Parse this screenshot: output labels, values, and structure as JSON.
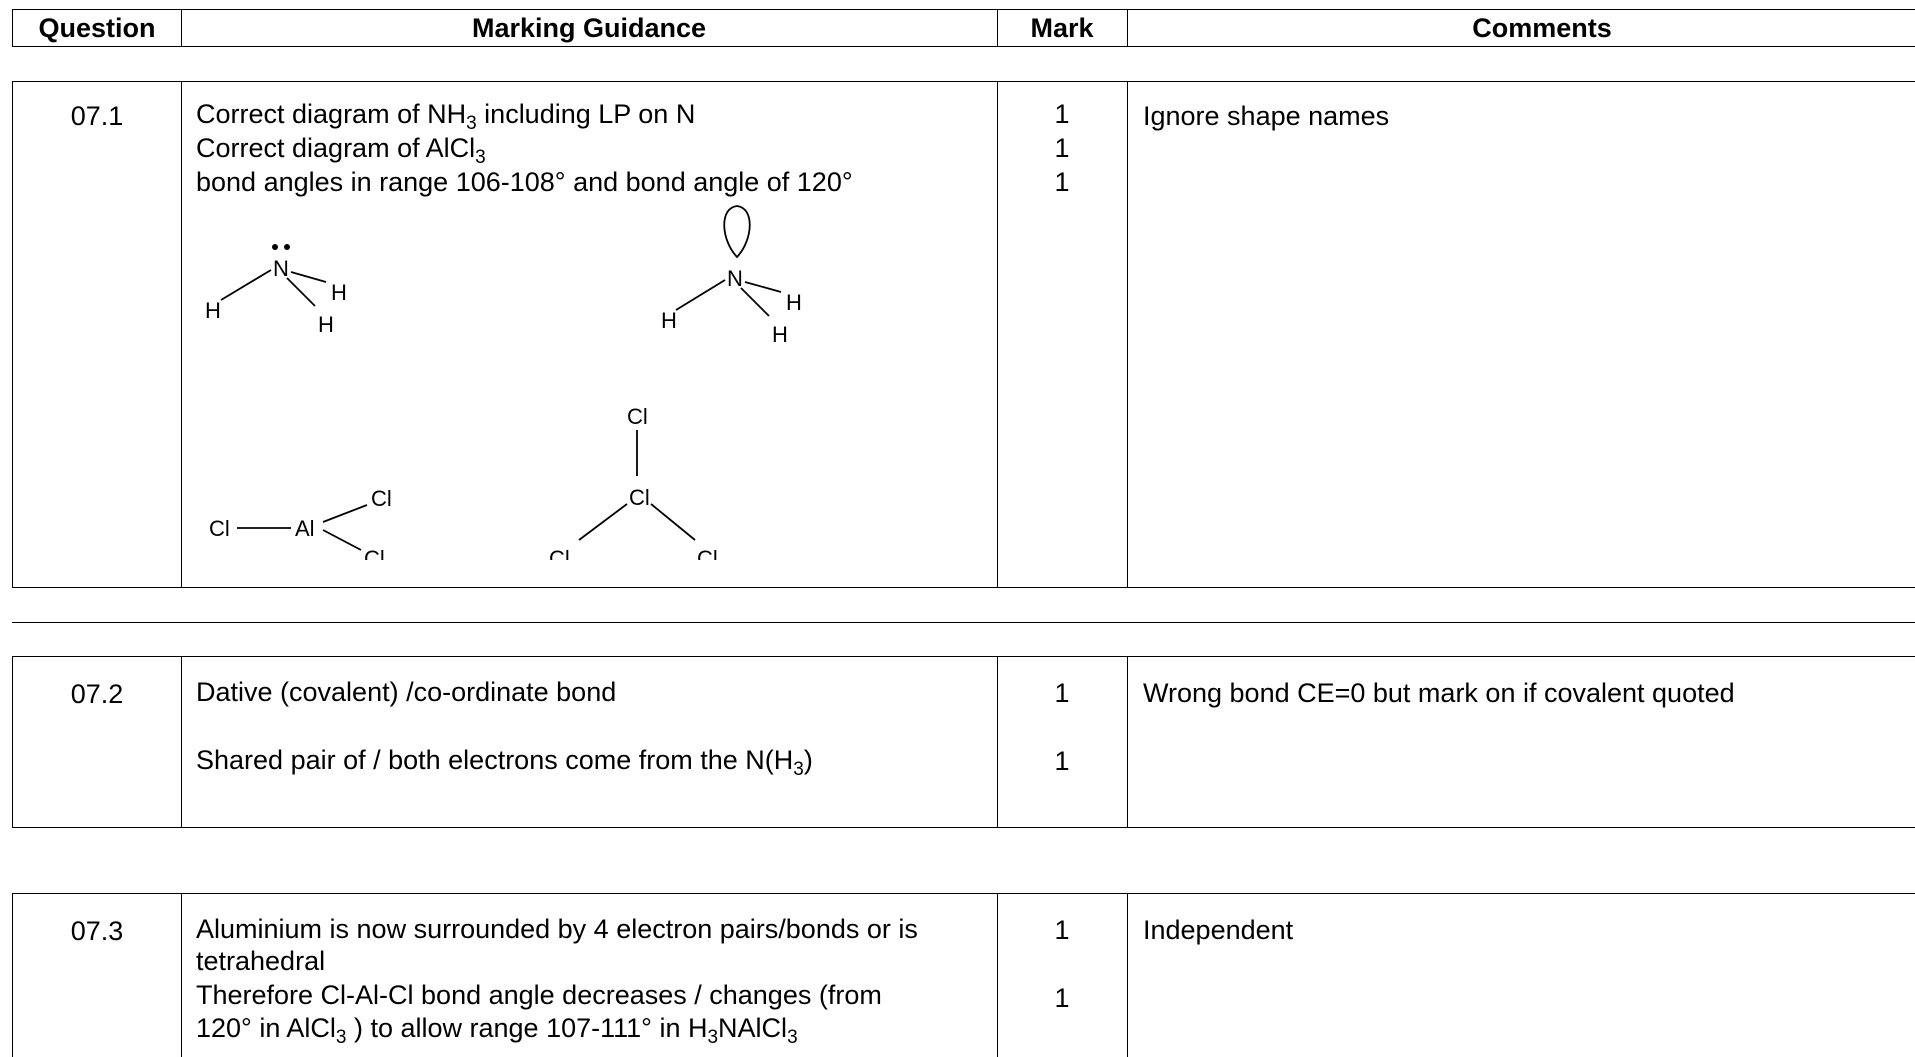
{
  "header": {
    "question": "Question",
    "guidance": "Marking Guidance",
    "mark": "Mark",
    "comments": "Comments"
  },
  "q1": {
    "number": "07.1",
    "line1_a": "Correct diagram of NH",
    "line1_sub": "3",
    "line1_b": " including LP on N",
    "line2_a": "Correct diagram of AlCl",
    "line2_sub": "3",
    "line3": "bond angles in range 106-108° and bond angle of 120°",
    "marks": [
      "1",
      "1",
      "1"
    ],
    "comment": "Ignore shape names",
    "diagram_labels": {
      "N": "N",
      "H": "H",
      "Al": "Al",
      "Cl": "Cl"
    }
  },
  "q2": {
    "number": "07.2",
    "line1": "Dative (covalent) /co-ordinate bond",
    "line2_a": "Shared pair of / both electrons come from the N(H",
    "line2_sub": "3",
    "line2_b": ")",
    "marks": [
      "1",
      "1"
    ],
    "comment": "Wrong bond CE=0 but mark on if covalent quoted"
  },
  "q3": {
    "number": "07.3",
    "line1": "Aluminium is now surrounded by 4 electron pairs/bonds or is",
    "line2": "tetrahedral",
    "line3": "Therefore Cl-Al-Cl bond angle decreases / changes (from",
    "line4_a": "120° in AlCl",
    "line4_sub1": "3",
    "line4_b": " ) to allow range 107-111° in H",
    "line4_sub2": "3",
    "line4_c": "NAlCl",
    "line4_sub3": "3",
    "marks": [
      "1",
      "1"
    ],
    "comment": "Independent"
  }
}
